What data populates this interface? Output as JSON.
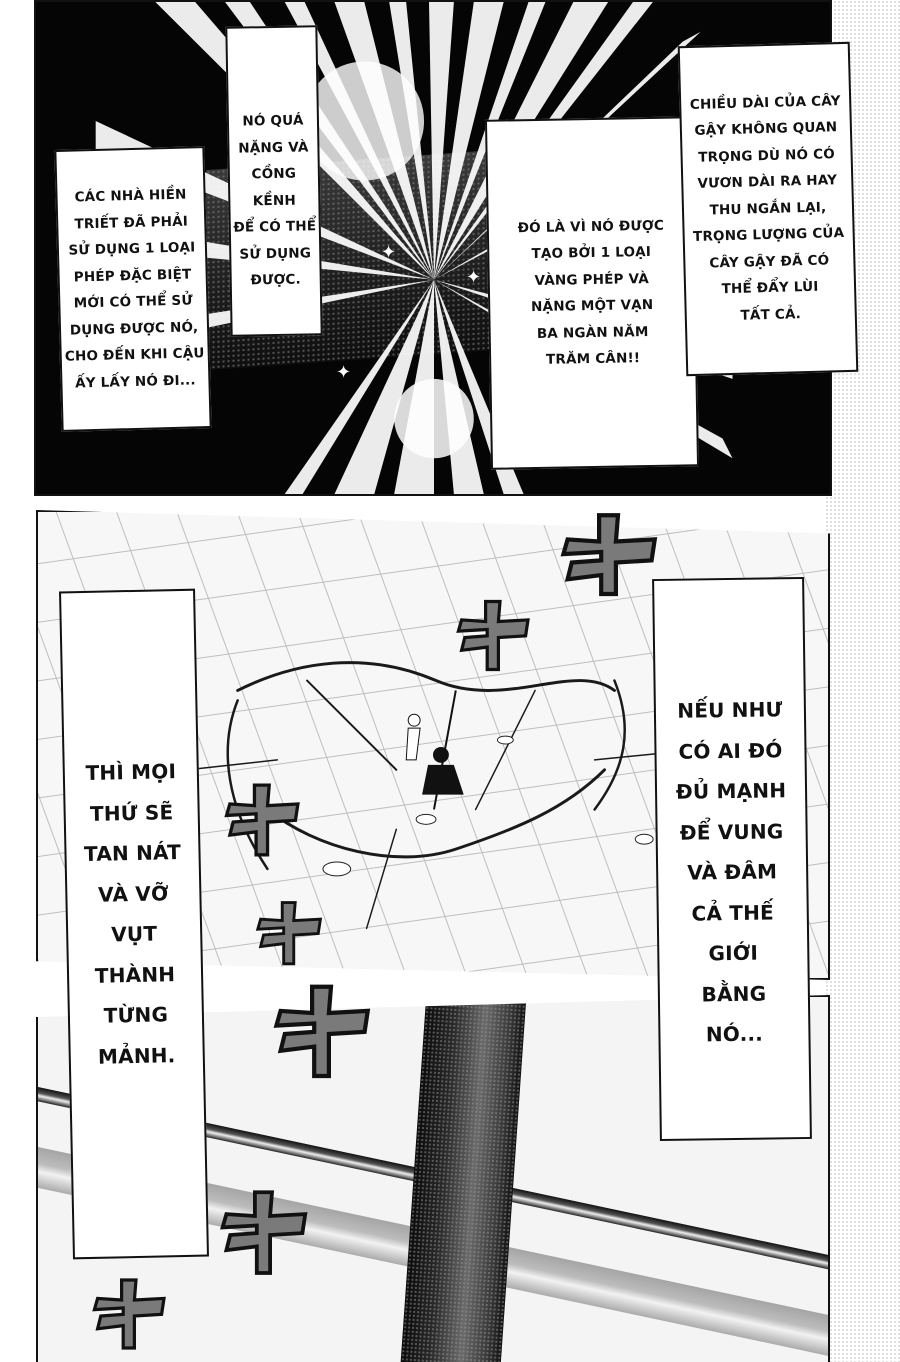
{
  "page": {
    "type": "manga page",
    "language": "Vietnamese",
    "background": "#ffffff",
    "ink": "#111111",
    "tone_gray": "#7a7a7a"
  },
  "panels": [
    {
      "id": "top",
      "description": "dark scene with white radial speed-line burst and sparkles",
      "captions": [
        {
          "id": "caption-1",
          "text": "CÁC NHÀ HIỀN\nTRIẾT ĐÃ PHẢI\nSỬ DỤNG 1 LOẠI\nPHÉP ĐẶC BIỆT\nMỚI CÓ THỂ SỬ\nDỤNG ĐƯỢC NÓ,\nCHO ĐẾN KHI CẬU\nẤY LẤY NÓ ĐI..."
        },
        {
          "id": "caption-2",
          "text": "NÓ QUÁ\nNẶNG VÀ\nCỒNG KỀNH\nĐỂ CÓ THỂ\nSỬ DỤNG\nĐƯỢC."
        },
        {
          "id": "caption-3",
          "text": "ĐÓ LÀ VÌ NÓ ĐƯỢC\nTẠO BỞI 1 LOẠI\nVÀNG PHÉP VÀ\nNẶNG MỘT VẠN\nBA NGÀN NĂM\nTRĂM CÂN!!"
        },
        {
          "id": "caption-4",
          "text": "CHIỀU DÀI CỦA CÂY\nGẬY KHÔNG QUAN\nTRỌNG DÙ NÓ CÓ\nVƯƠN DÀI RA HAY\nTHU NGẮN LẠI,\nTRỌNG LƯỢNG CỦA\nCÂY GẬY ĐÃ CÓ\nTHỂ ĐẨY LÙI\nTẤT CẢ."
        }
      ]
    },
    {
      "id": "middle",
      "description": "cracked tiled arena floor seen from above with two small figures and a staff at the center",
      "captions": [
        {
          "id": "caption-5",
          "text": "THÌ MỌI\nTHỨ SẼ\nTAN NÁT\nVÀ VỠ\nVỤT\nTHÀNH\nTỪNG\nMẢNH."
        },
        {
          "id": "caption-6",
          "text": "NẾU NHƯ\nCÓ AI ĐÓ\nĐỦ MẠNH\nĐỂ VUNG\nVÀ ĐÂM\nCẢ THẾ\nGIỚI\nBẰNG\nNÓ..."
        }
      ]
    },
    {
      "id": "bottom",
      "description": "close-up of a huge staff planted into the ground between diagonal rails, debris falling"
    }
  ],
  "sfx": {
    "glyph": "ズ",
    "icon": "rumble-sfx-icon",
    "count": 8,
    "color": "#7a7a7a"
  }
}
